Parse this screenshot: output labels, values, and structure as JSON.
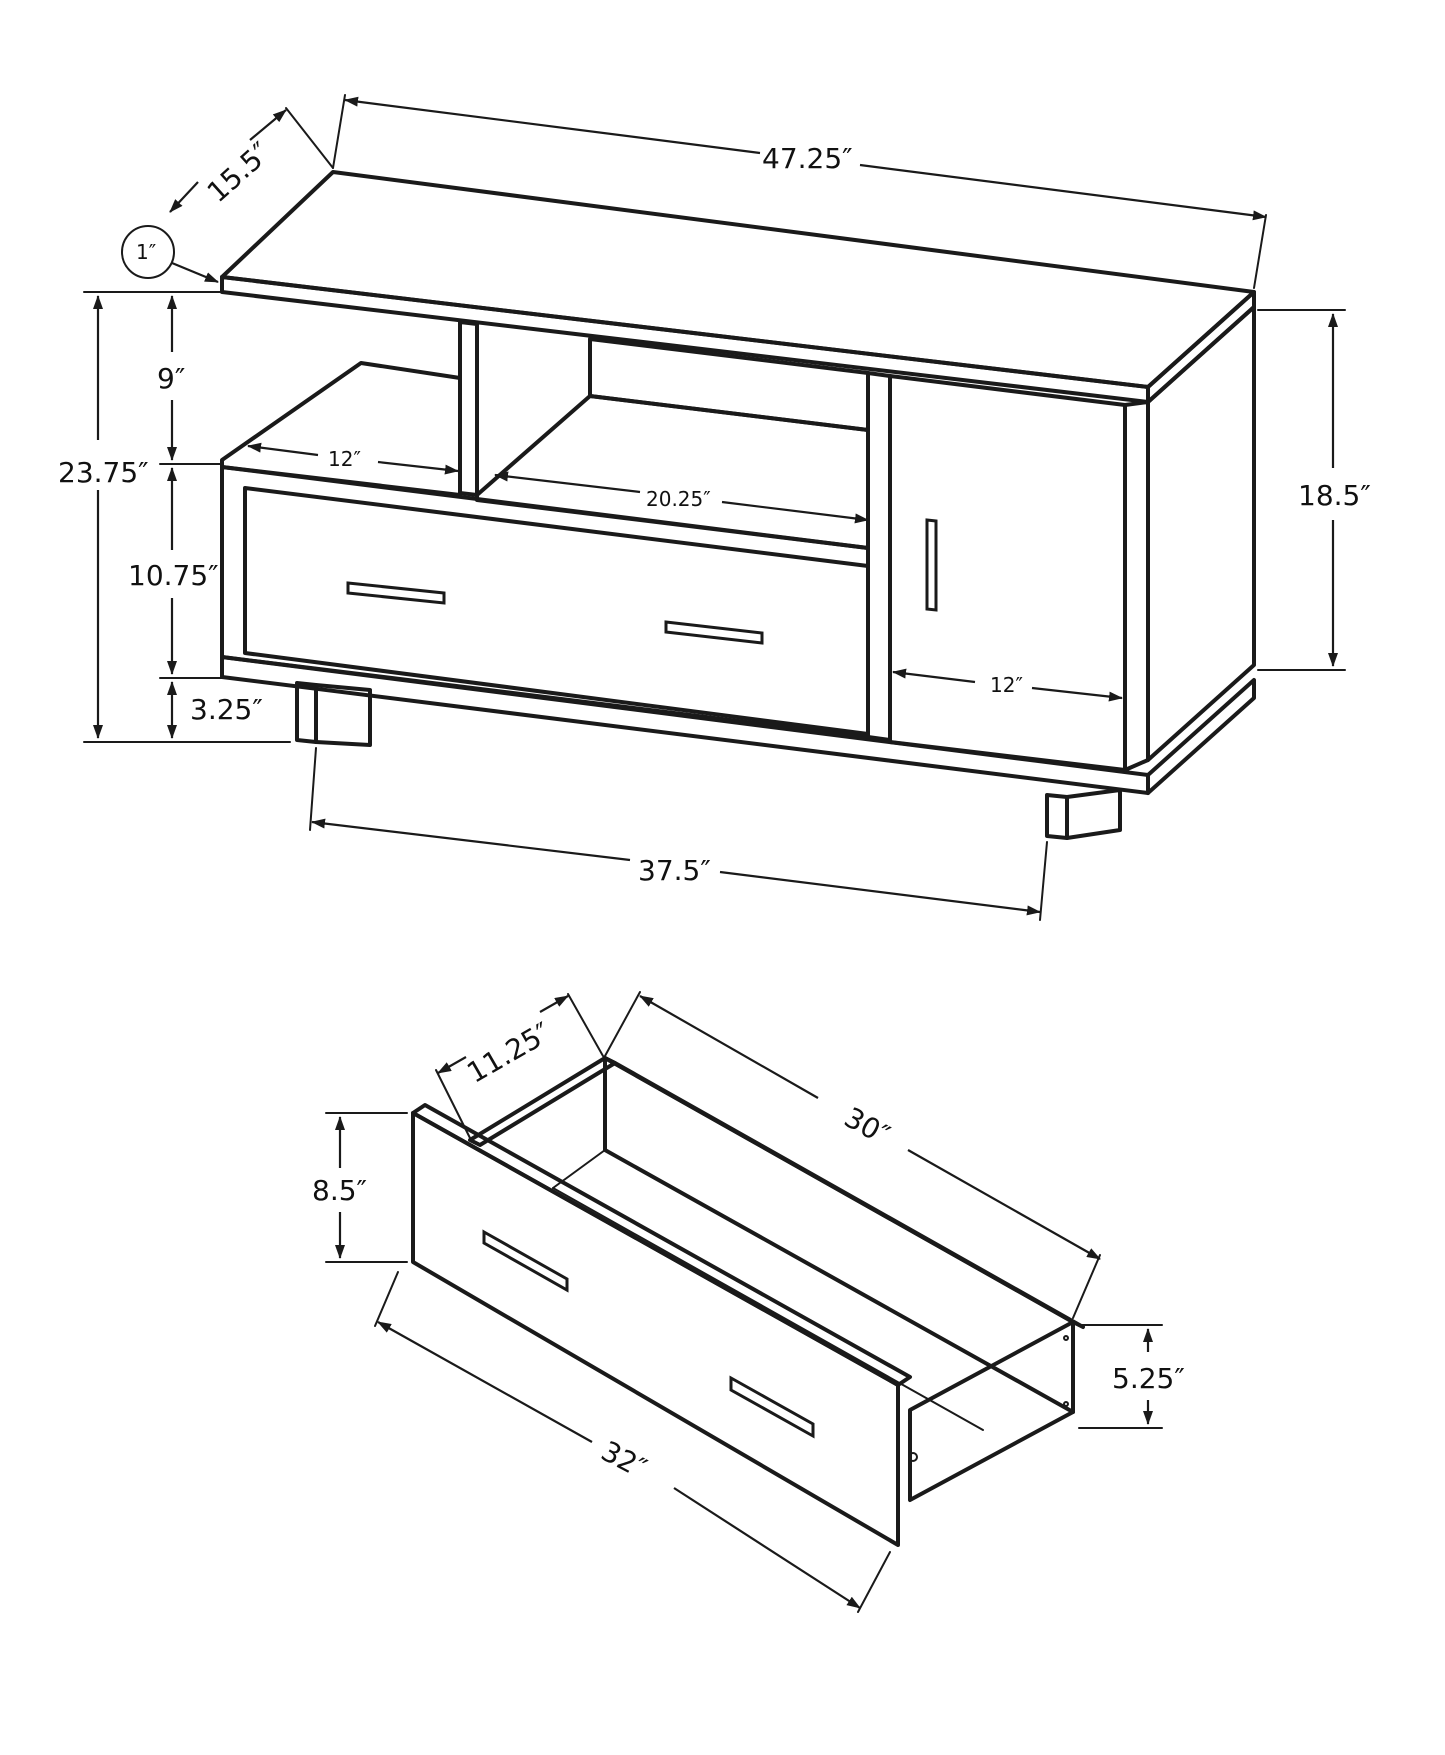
{
  "dimensions": {
    "width_top": "47.25″",
    "depth": "15.5″",
    "top_thickness": "1″",
    "height_total": "23.75″",
    "open_shelf_height": "9″",
    "drawer_section_height": "10.75″",
    "leg_height": "3.25″",
    "shelf_left_width": "12″",
    "shelf_center_width": "20.25″",
    "door_width": "12″",
    "cabinet_height": "18.5″",
    "leg_span": "37.5″",
    "drawer_depth": "11.25″",
    "drawer_box_length": "30″",
    "drawer_front_height": "8.5″",
    "drawer_box_height": "5.25″",
    "drawer_front_length": "32″"
  }
}
